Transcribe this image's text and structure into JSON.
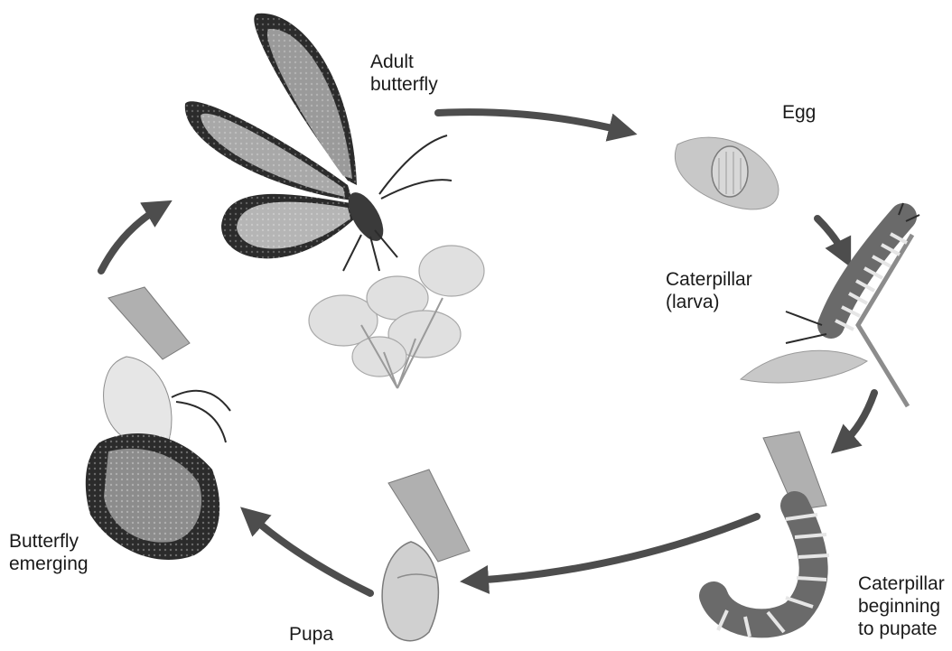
{
  "stages": {
    "adult": {
      "lines": [
        "Adult",
        "butterfly"
      ]
    },
    "egg": {
      "lines": [
        "Egg"
      ]
    },
    "caterpillar": {
      "lines": [
        "Caterpillar",
        "(larva)"
      ]
    },
    "pre_pupa": {
      "lines": [
        "Caterpillar",
        "beginning",
        "to pupate"
      ]
    },
    "pupa": {
      "lines": [
        "Pupa"
      ]
    },
    "emerging": {
      "lines": [
        "Butterfly",
        "emerging"
      ]
    }
  },
  "colors": {
    "arrow": "#4d4d4d",
    "ink": "#1a1a1a",
    "illustration_gray": "#8c8c8c",
    "wing_dark": "#2b2b2b"
  }
}
